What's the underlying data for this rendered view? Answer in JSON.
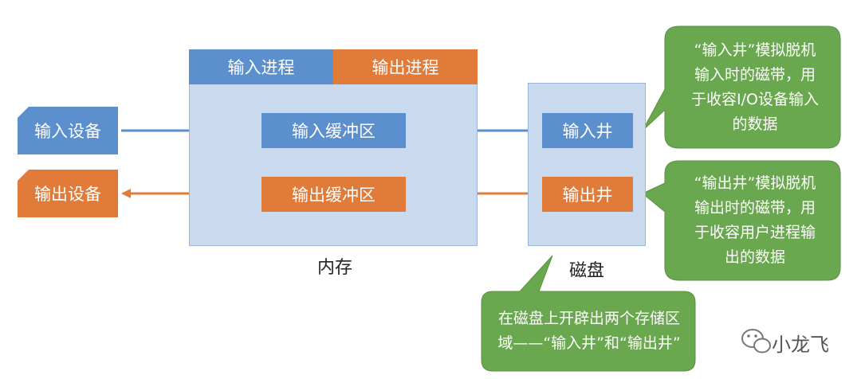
{
  "memory": {
    "label": "内存",
    "tab_input_process": "输入进程",
    "tab_output_process": "输出进程",
    "input_buffer": "输入缓冲区",
    "output_buffer": "输出缓冲区"
  },
  "disk": {
    "label": "磁盘",
    "input_well": "输入井",
    "output_well": "输出井"
  },
  "devices": {
    "input_device": "输入设备",
    "output_device": "输出设备"
  },
  "callouts": {
    "input_well_note": "“输入井”模拟脱机输入时的磁带，用于收容I/O设备输入的数据",
    "output_well_note": "“输出井”模拟脱机输出时的磁带，用于收容用户进程输出的数据",
    "disk_note": "在磁盘上开辟出两个存储区域——“输入井”和“输出井”"
  },
  "watermark": {
    "text": "小龙飞"
  },
  "colors": {
    "blue_box": "#5b8fcd",
    "orange_box": "#e07b39",
    "panel": "#c9d9ee",
    "callout_green": "#6aa84f"
  }
}
